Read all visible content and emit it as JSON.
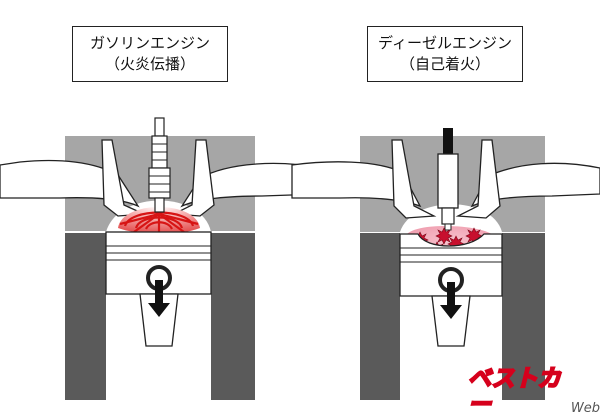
{
  "panels": [
    {
      "title": "ガソリンエンジン",
      "subtitle": "（火炎伝播）"
    },
    {
      "title": "ディーゼルエンジン",
      "subtitle": "（自己着火）"
    }
  ],
  "logo": {
    "main": "ベストカー",
    "web": "Web"
  },
  "colors": {
    "gray": "#a6a6a6",
    "dark_gray": "#5a5a5a",
    "flame_red": "#e01818",
    "mist_pink": "#f4a5b5",
    "star_red": "#c8102e",
    "logo_red": "#d6001c"
  }
}
